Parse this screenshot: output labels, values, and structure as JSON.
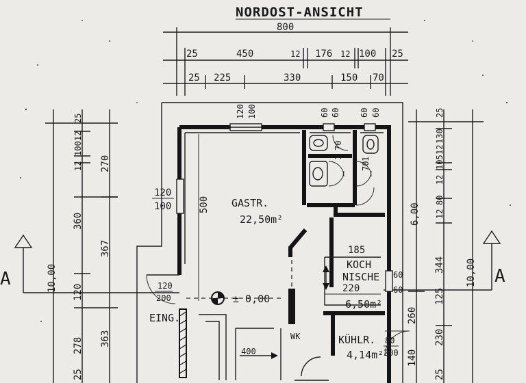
{
  "title": "NORDOST-ANSICHT",
  "top_dims": {
    "overall": "800",
    "row1": [
      "25",
      "450",
      "12",
      "176",
      "12",
      "100",
      "25"
    ],
    "row2": [
      "25",
      "225",
      "330",
      "150",
      "70"
    ]
  },
  "openings": {
    "top_window": [
      "120",
      "100"
    ],
    "top_small_1": "60",
    "top_small_2": "60",
    "top_small_3": "60",
    "top_small_4": "60",
    "left_window": [
      "120",
      "100"
    ],
    "wc_door_a": [
      "1",
      "70"
    ],
    "wc_door_b": [
      "70",
      "1"
    ]
  },
  "left_dims": {
    "outer_total": "10,00",
    "col1": [
      "25",
      "12",
      "100",
      "12",
      "360",
      "120",
      "278",
      "25"
    ],
    "col2": [
      "270",
      "367",
      "363"
    ]
  },
  "right_dims": {
    "outer_total": "10,00",
    "mid_total": "6,00",
    "col1": [
      "25",
      "130",
      "12",
      "105",
      "12",
      "80",
      "12",
      "344",
      "125",
      "230"
    ],
    "col2": [
      "260",
      "140",
      "25"
    ]
  },
  "rooms": {
    "gastr_name": "GASTR.",
    "gastr_area": "22,50m²",
    "gastr_dim": "500",
    "koch_top": "185",
    "koch_name_1": "KOCH",
    "koch_name_2": "NISCHE",
    "koch_dim": "220",
    "koch_area": "6,50m²",
    "koch_window": [
      "60",
      "60"
    ],
    "kuehl_name": "KÜHLR.",
    "kuehl_area": "4,14m²",
    "kuehl_door": [
      "80",
      "200"
    ],
    "entry_label": "EING.",
    "entry_door": [
      "120",
      "200"
    ],
    "level": "± 0,00",
    "stair_dim": "400",
    "wc_label": "WK"
  },
  "section_marks": {
    "left": "A",
    "right": "A"
  },
  "colors": {
    "paper": "#ecebe8",
    "ink": "#141414"
  }
}
